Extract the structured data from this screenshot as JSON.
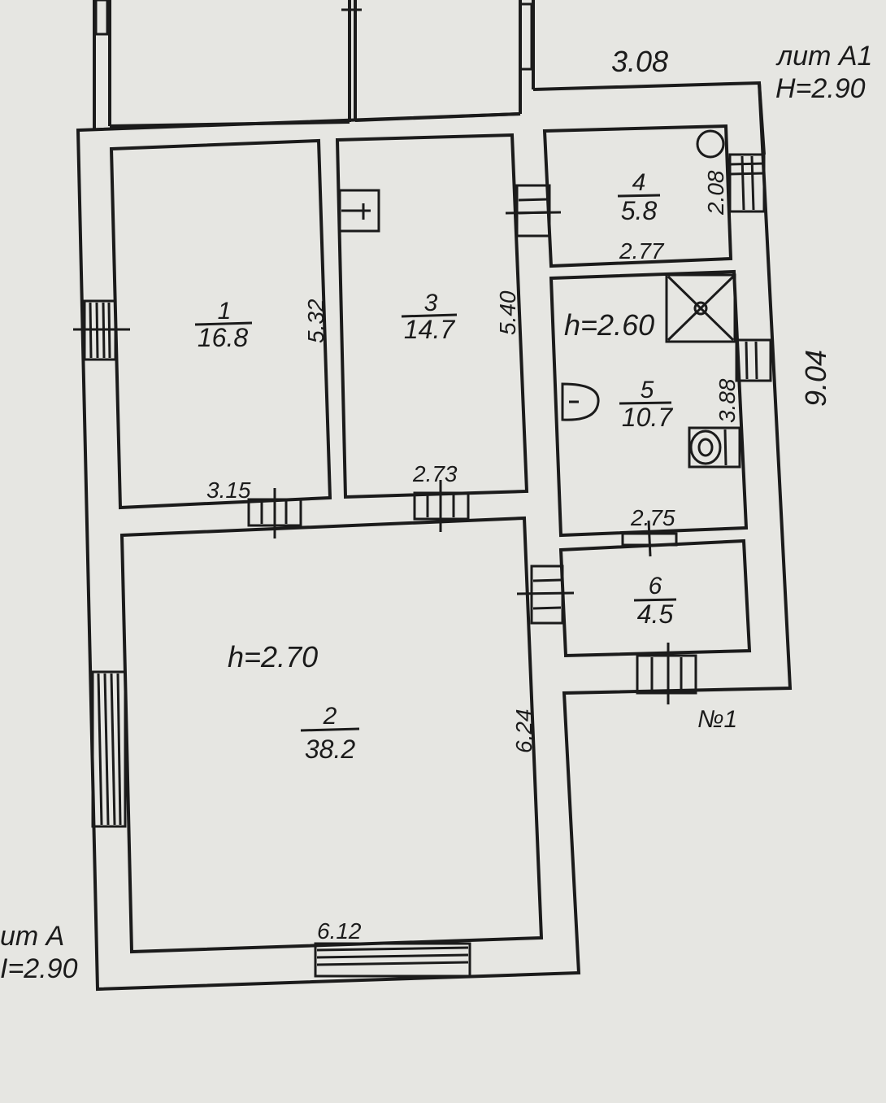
{
  "plan": {
    "lit_a1": "лит А1",
    "h_a1": "H=2.90",
    "lit_a": "ит А",
    "h_a": "I=2.90",
    "entrance": "№1",
    "overall": {
      "top": "3.08",
      "right": "9.04"
    },
    "heights": {
      "room2": "h=2.70",
      "room5": "h=2.60"
    },
    "rooms": [
      {
        "number": "1",
        "area": "16.8",
        "dim_a": "5.32",
        "dim_b": "3.15"
      },
      {
        "number": "2",
        "area": "38.2",
        "dim_a": "6.24",
        "dim_b": "6.12"
      },
      {
        "number": "3",
        "area": "14.7",
        "dim_a": "5.40",
        "dim_b": "2.73"
      },
      {
        "number": "4",
        "area": "5.8",
        "dim_a": "2.08",
        "dim_b": "2.77"
      },
      {
        "number": "5",
        "area": "10.7",
        "dim_a": "3.88",
        "dim_b": "2.75"
      },
      {
        "number": "6",
        "area": "4.5"
      }
    ]
  }
}
